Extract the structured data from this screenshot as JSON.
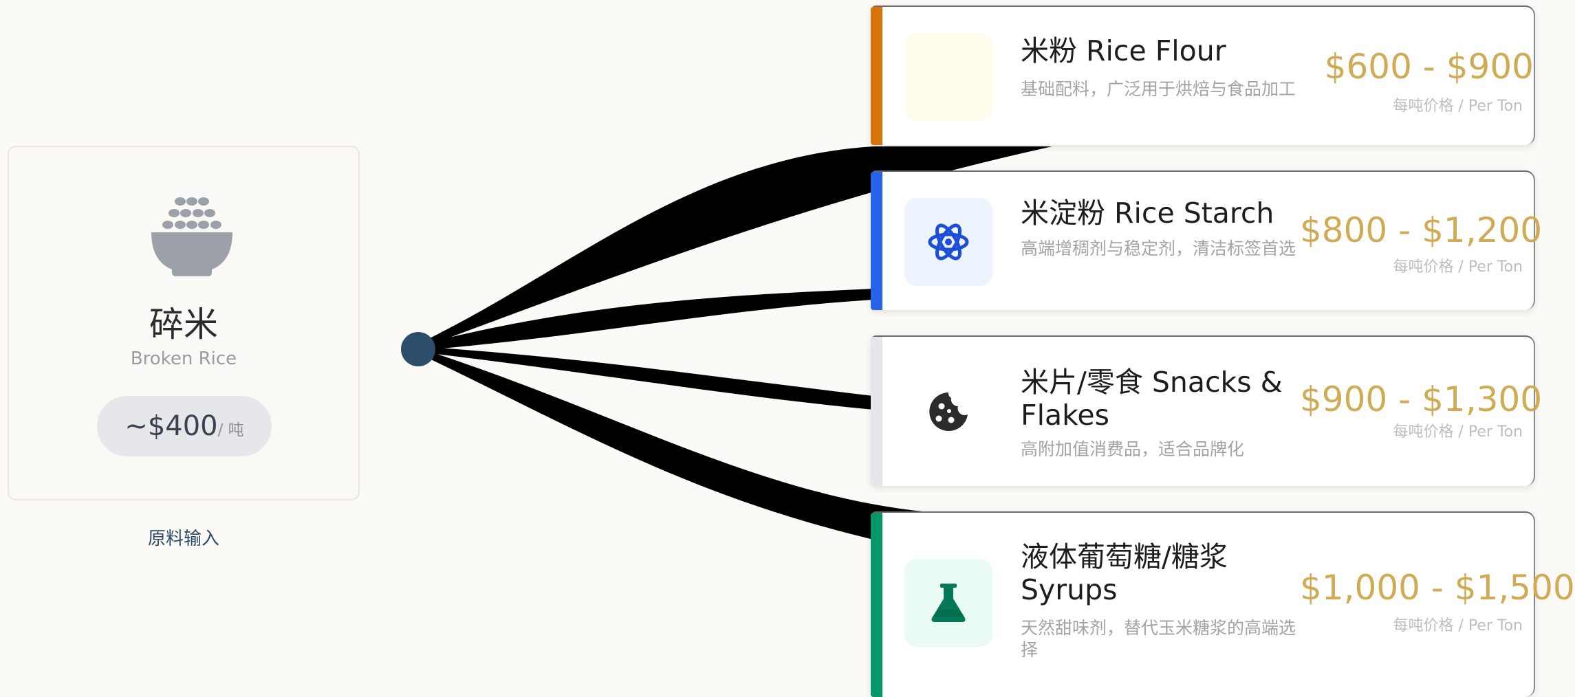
{
  "source": {
    "title": "碎米",
    "subtitle": "Broken Rice",
    "price": "~$400",
    "price_unit": "/ 吨",
    "caption": "原料输入",
    "icon": "rice-bowl-icon"
  },
  "products": [
    {
      "name": "米粉 Rice Flour",
      "description": "基础配料，广泛用于烘焙与食品加工",
      "price": "$600 - $900",
      "unit": "每吨价格 / Per Ton",
      "accent_color": "#d9730d",
      "icon": "rice-flour-icon"
    },
    {
      "name": "米淀粉 Rice Starch",
      "description": "高端增稠剂与稳定剂，清洁标签首选",
      "price": "$800 - $1,200",
      "unit": "每吨价格 / Per Ton",
      "accent_color": "#2563eb",
      "icon": "atom-icon"
    },
    {
      "name": "米片/零食 Snacks & Flakes",
      "description": "高附加值消费品，适合品牌化",
      "price": "$900 - $1,300",
      "unit": "每吨价格 / Per Ton",
      "accent_color": "#e5e7eb",
      "icon": "cookie-icon"
    },
    {
      "name": "液体葡萄糖/糖浆 Syrups",
      "description": "天然甜味剂，替代玉米糖浆的高端选择",
      "price": "$1,000 - $1,500",
      "unit": "每吨价格 / Per Ton",
      "accent_color": "#059669",
      "icon": "flask-icon"
    }
  ]
}
